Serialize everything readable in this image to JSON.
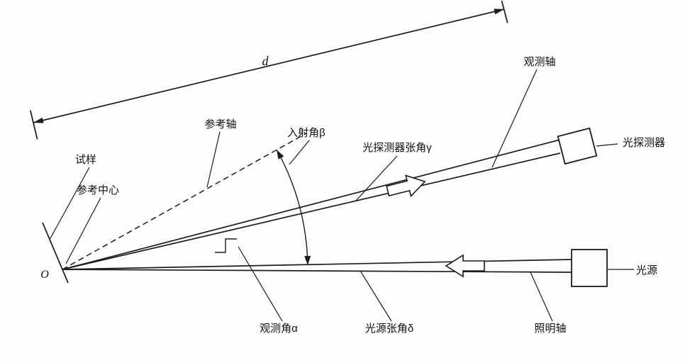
{
  "figure": {
    "description_colors": {
      "line": "#1c1c1c",
      "background": "#fdfdfd"
    },
    "labels": {
      "dimension_d": "d",
      "origin": "O",
      "specimen": "试样",
      "reference_center": "参考中心",
      "reference_axis": "参考轴",
      "incidence_angle": "入射角β",
      "detector_aperture_angle": "光探测器张角γ",
      "observation_axis": "观测轴",
      "photodetector": "光探测器",
      "observation_angle": "观测角α",
      "source_aperture_angle": "光源张角δ",
      "illumination_axis": "照明轴",
      "light_source": "光源"
    }
  }
}
